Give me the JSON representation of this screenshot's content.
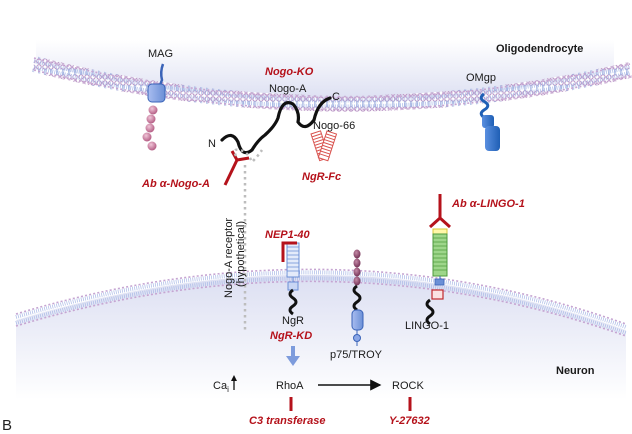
{
  "panel_label": "B",
  "cells": {
    "top": "Oligodendrocyte",
    "bottom": "Neuron"
  },
  "oligodendrocyte_proteins": {
    "mag": "MAG",
    "nogo_a": "Nogo-A",
    "nogo_66": "Nogo-66",
    "n_terminus": "N",
    "c_terminus": "C",
    "omgp": "OMgp"
  },
  "neuron_proteins": {
    "ngr": "NgR",
    "p75_troy": "p75/TROY",
    "lingo_1": "LINGO-1",
    "hypothetical_receptor_line1": "Nogo-A receptor",
    "hypothetical_receptor_line2": "(hypothetical)"
  },
  "signaling": {
    "calcium": "Ca",
    "calcium_sub": "i",
    "rhoa": "RhoA",
    "rock": "ROCK"
  },
  "interventions": {
    "nogo_ko": "Nogo-KO",
    "ab_nogo_a": "Ab α-Nogo-A",
    "ngr_fc": "NgR-Fc",
    "nep1_40": "NEP1-40",
    "ngr_kd": "NgR-KD",
    "ab_lingo_1": "Ab α-LINGO-1",
    "c3_transferase": "C3 transferase",
    "y27632": "Y-27632"
  },
  "colors": {
    "intervention_red": "#b5121b",
    "membrane_lipid": "#b48cc0",
    "receptor_blue": "#6b8fd6",
    "omgp_blue": "#1f5fb5",
    "lingo_green": "#5fb34a",
    "cytoplasm_fill": "#e6e7f5"
  }
}
